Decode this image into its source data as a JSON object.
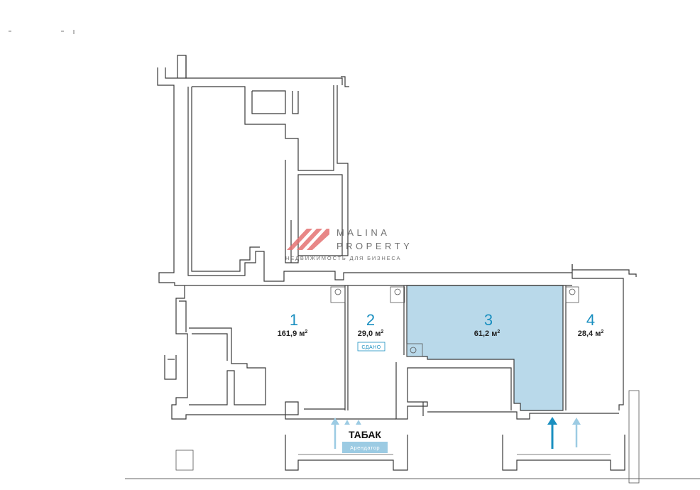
{
  "logo": {
    "line1": "MALINA",
    "line2": "PROPERTY",
    "tagline": "НЕДВИЖИМОСТЬ ДЛЯ БИЗНЕСА",
    "brand_color": "#e57373"
  },
  "rooms": [
    {
      "number": "1",
      "area": "161,9 м",
      "unit_sup": "2"
    },
    {
      "number": "2",
      "area": "29,0 м",
      "unit_sup": "2",
      "badge": "СДАНО"
    },
    {
      "number": "3",
      "area": "61,2 м",
      "unit_sup": "2",
      "highlighted": true
    },
    {
      "number": "4",
      "area": "28,4 м",
      "unit_sup": "2"
    }
  ],
  "tenant": {
    "name": "ТАБАК",
    "label": "Арендатор"
  },
  "colors": {
    "highlight_fill": "#b9d9ea",
    "accent_blue": "#1a8fc0",
    "light_arrow": "#9ccbe3",
    "wall": "#3a3a3a"
  },
  "icons": [
    "entrance-arrow-icon",
    "wc-icon",
    "stairs-icon"
  ]
}
